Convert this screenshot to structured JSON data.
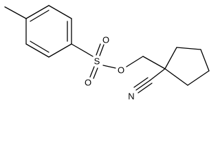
{
  "molecule": {
    "atoms": {
      "sulfur": "S",
      "sulfonyl_oxygen_top": "O",
      "sulfonyl_oxygen_bottom": "O",
      "ester_oxygen": "O",
      "nitrile_nitrogen": "N"
    }
  },
  "colors": {
    "bond": "#000000",
    "background": "#ffffff"
  }
}
